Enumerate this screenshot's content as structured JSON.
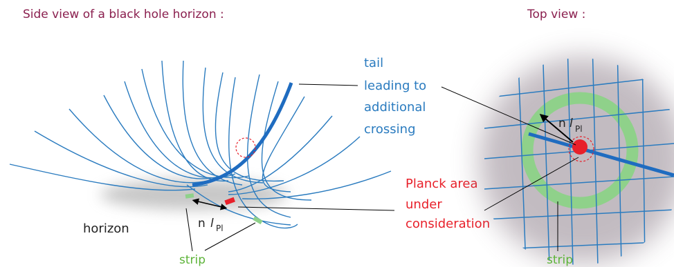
{
  "titles": {
    "side": "Side view of a black hole horizon :",
    "top": "Top view :"
  },
  "labels": {
    "tail_line1": "tail",
    "tail_line2": "leading to",
    "tail_line3": "additional",
    "tail_line4": "crossing",
    "planck_line1": "Planck area",
    "planck_line2": "under",
    "planck_line3": "consideration",
    "horizon": "horizon",
    "strip_left": "strip",
    "strip_right": "strip",
    "n_side": "n",
    "l_side": "l",
    "sub_side": "Pl",
    "n_top": "n",
    "l_top": "l",
    "sub_top": "Pl"
  },
  "colors": {
    "title": "#8a1f4e",
    "curve_blue": "#2a7bbf",
    "tail_blue": "#1f6cc0",
    "planck_red": "#e8202a",
    "strip_green": "#8fd18a",
    "haze": "#7a6a78"
  }
}
